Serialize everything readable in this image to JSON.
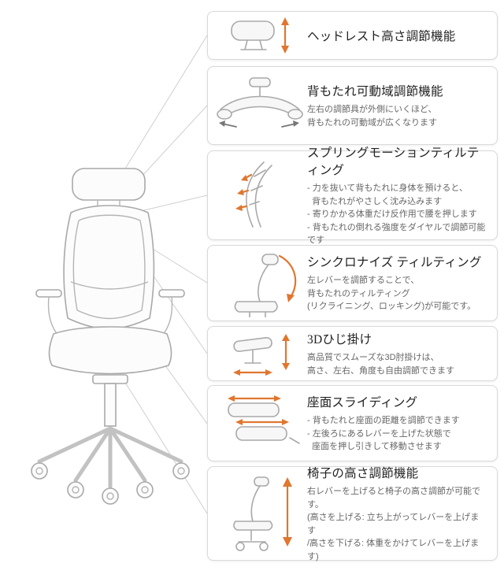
{
  "colors": {
    "accent": "#E0762F",
    "line_art": "#A9A9A9",
    "connector": "#CFCFCF",
    "card_border": "#D9D9D9",
    "title_text": "#222222",
    "body_text": "#666666"
  },
  "features": [
    {
      "title": "ヘッドレスト高さ調節機能",
      "body": ""
    },
    {
      "title": "背もたれ可動域調節機能",
      "body": "左右の調節具が外側にいくほど、\n背もたれの可動域が広くなります"
    },
    {
      "title": "スプリングモーションティルティング",
      "body": "- 力を抜いて背もたれに身体を預けると、\n  背もたれがやさしく沈み込みます\n- 寄りかかる体重だけ反作用で腰を押します\n- 背もたれの倒れる強度をダイヤルで調節可能です"
    },
    {
      "title": "シンクロナイズ ティルティング",
      "body": "左レバーを調節することで、\n背もたれのティルティング\n(リクライニング、ロッキング)が可能です。"
    },
    {
      "title": "3Dひじ掛け",
      "body": "高品質でスムーズな3D肘掛けは、\n高さ、左右、角度も自由調節できます"
    },
    {
      "title": "座面スライディング",
      "body": "- 背もたれと座面の距離を調節できます\n- 左後ろにあるレバーを上げた状態で\n  座面を押し引きして移動させます"
    },
    {
      "title": "椅子の高さ調節機能",
      "body": "右レバーを上げると椅子の高さ調節が可能です。\n(高さを上げる: 立ち上がってレバーを上げます\n/高さを下げる: 体重をかけてレバーを上げます)"
    }
  ]
}
